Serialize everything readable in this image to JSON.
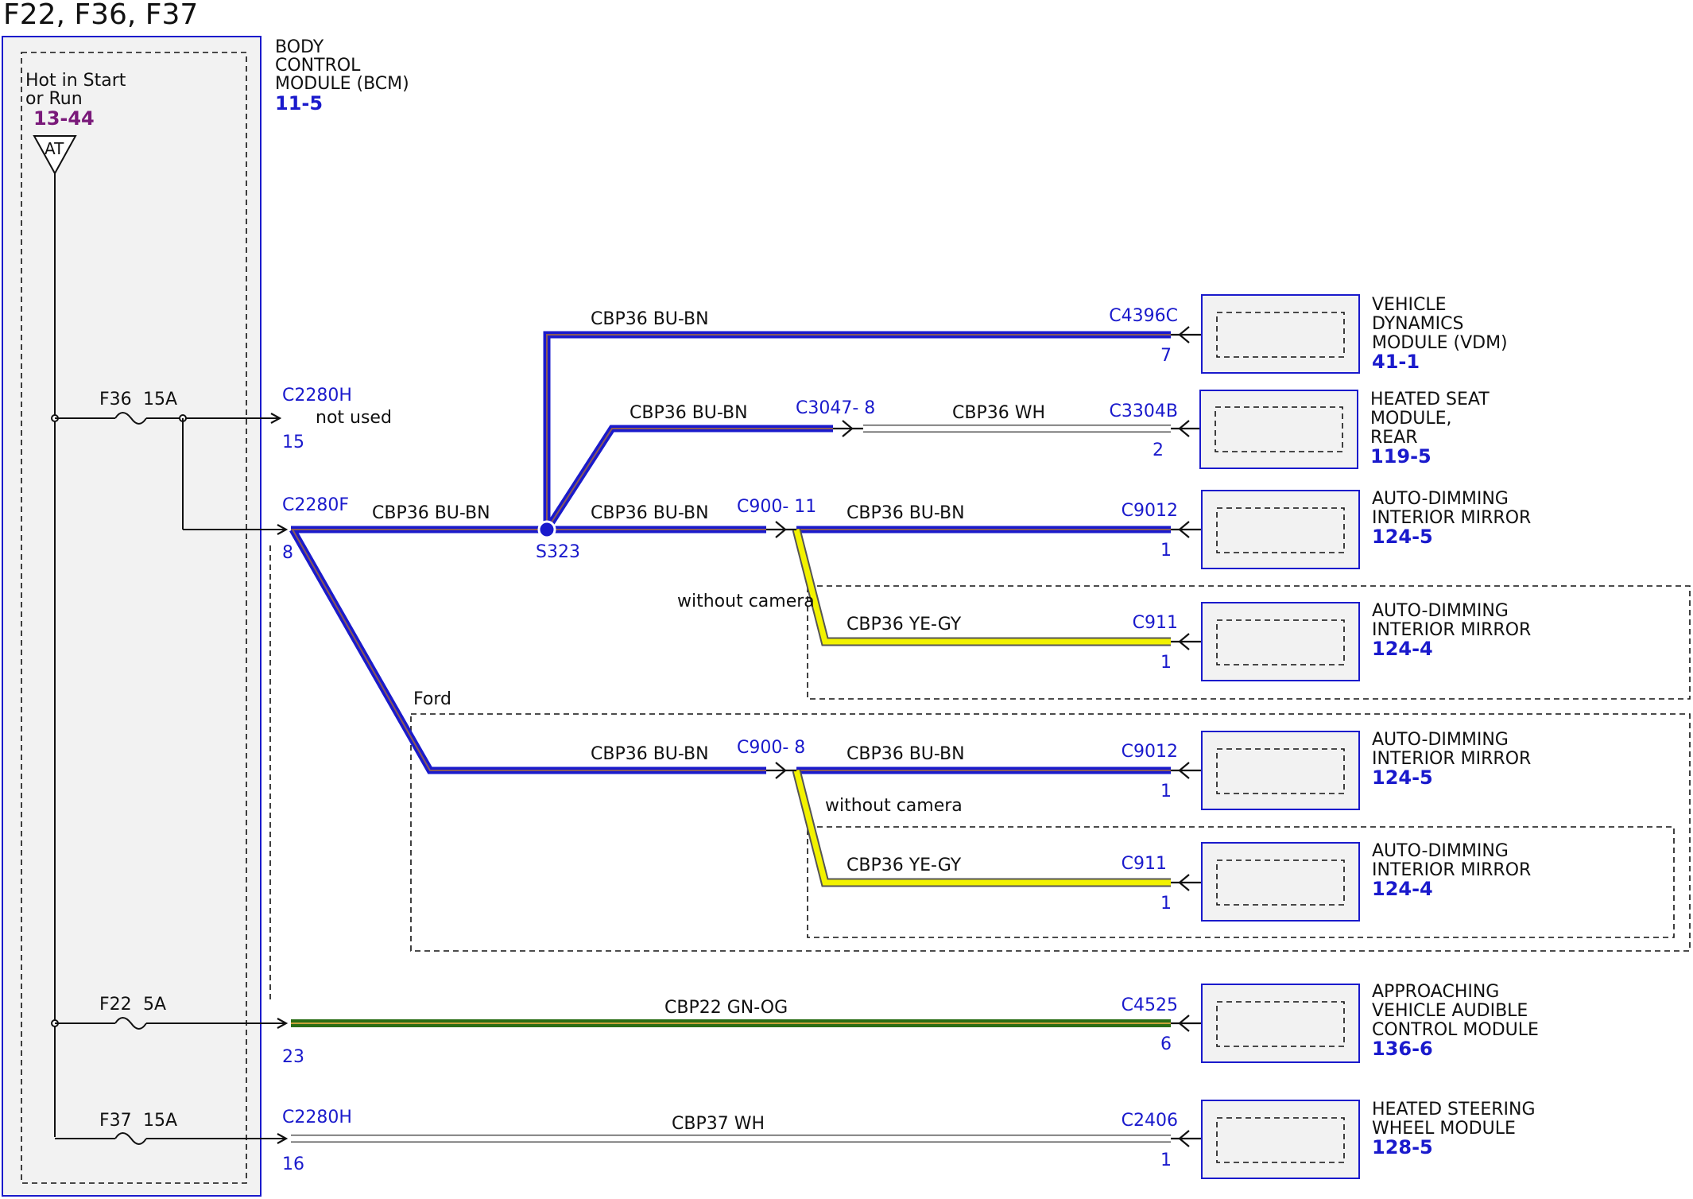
{
  "title": "F22, F36, F37",
  "bcm": {
    "name_lines": [
      "BODY",
      "CONTROL",
      "MODULE (BCM)"
    ],
    "ref": "11-5",
    "power_lines": [
      "Hot in Start",
      "or Run"
    ],
    "power_ref": "13-44",
    "power_symbol": "AT"
  },
  "fuses": [
    {
      "name": "F36",
      "rating": "15A"
    },
    {
      "name": "F22",
      "rating": "5A"
    },
    {
      "name": "F37",
      "rating": "15A"
    }
  ],
  "connectors": {
    "c2280h_top": {
      "id": "C2280H",
      "pin": "15",
      "note": "not used"
    },
    "c2280f": {
      "id": "C2280F",
      "pin": "8"
    },
    "pin23": {
      "pin": "23"
    },
    "c2280h_bottom": {
      "id": "C2280H",
      "pin": "16"
    },
    "splice": "S323",
    "c3047": "C3047- 8",
    "c900_top": "C900- 11",
    "c900_bottom": "C900- 8",
    "c4396c": {
      "id": "C4396C",
      "pin": "7"
    },
    "c3304b": {
      "id": "C3304B",
      "pin": "2"
    },
    "c9012_top": {
      "id": "C9012",
      "pin": "1"
    },
    "c911_top": {
      "id": "C911",
      "pin": "1"
    },
    "c9012_bottom": {
      "id": "C9012",
      "pin": "1"
    },
    "c911_bottom": {
      "id": "C911",
      "pin": "1"
    },
    "c4525": {
      "id": "C4525",
      "pin": "6"
    },
    "c2406": {
      "id": "C2406",
      "pin": "1"
    }
  },
  "wires": {
    "w_bcm_s323": "CBP36   BU-BN",
    "w_vdm": "CBP36   BU-BN",
    "w_c3047": "CBP36   BU-BN",
    "w_heated_seat": "CBP36   WH",
    "w_s323_c900": "CBP36   BU-BN",
    "w_c9012_top": "CBP36   BU-BN",
    "w_c911_top": "CBP36   YE-GY",
    "w_ford_c900": "CBP36   BU-BN",
    "w_c9012_bottom": "CBP36   BU-BN",
    "w_c911_bottom": "CBP36   YE-GY",
    "w_f22": "CBP22   GN-OG",
    "w_f37": "CBP37   WH"
  },
  "options": {
    "without_camera_top": "without camera",
    "ford": "Ford",
    "without_camera_bottom": "without camera"
  },
  "modules": [
    {
      "lines": [
        "VEHICLE",
        "DYNAMICS",
        "MODULE (VDM)"
      ],
      "ref": "41-1"
    },
    {
      "lines": [
        "HEATED SEAT",
        "MODULE,",
        "REAR"
      ],
      "ref": "119-5"
    },
    {
      "lines": [
        "AUTO-DIMMING",
        "INTERIOR MIRROR"
      ],
      "ref": "124-5"
    },
    {
      "lines": [
        "AUTO-DIMMING",
        "INTERIOR MIRROR"
      ],
      "ref": "124-4"
    },
    {
      "lines": [
        "AUTO-DIMMING",
        "INTERIOR MIRROR"
      ],
      "ref": "124-5"
    },
    {
      "lines": [
        "AUTO-DIMMING",
        "INTERIOR MIRROR"
      ],
      "ref": "124-4"
    },
    {
      "lines": [
        "APPROACHING",
        "VEHICLE AUDIBLE",
        "CONTROL MODULE"
      ],
      "ref": "136-6"
    },
    {
      "lines": [
        "HEATED STEERING",
        "WHEEL MODULE"
      ],
      "ref": "128-5"
    }
  ],
  "colors": {
    "bu_bn": "#1a1acc",
    "bu_bn_stripe": "#8a5a5a",
    "ye_gy": "#f2f200",
    "gn_og": "#2a6e16",
    "wh": "#ffffff",
    "connector_blue": "#1a1acc",
    "power_ref": "#7a1a7a",
    "module_fill": "#f2f2f2"
  }
}
